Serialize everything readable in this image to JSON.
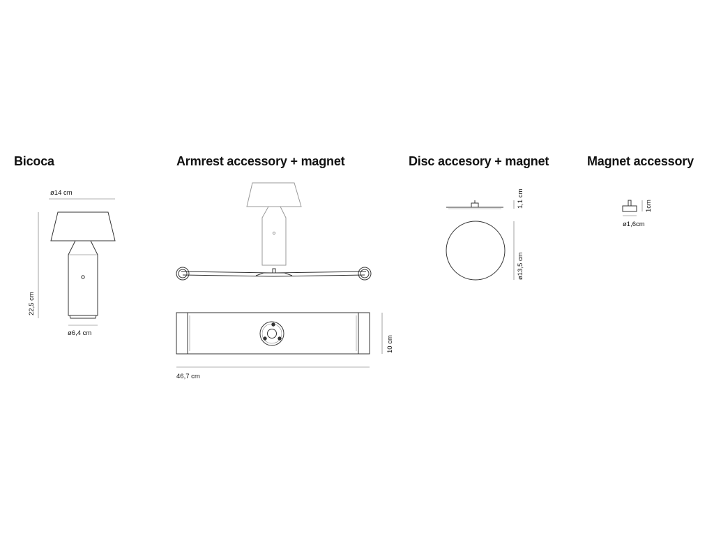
{
  "sections": {
    "bicoca": {
      "title": "Bicoca",
      "dim_shade_diameter": "ø14 cm",
      "dim_height": "22,5 cm",
      "dim_base_diameter": "ø6,4 cm"
    },
    "armrest": {
      "title": "Armrest accessory + magnet",
      "dim_height": "10 cm",
      "dim_length": "46,7 cm"
    },
    "disc": {
      "title": "Disc accesory + magnet",
      "dim_thickness": "1,1 cm",
      "dim_diameter": "ø13,5 cm"
    },
    "magnet": {
      "title": "Magnet accessory",
      "dim_height": "1cm",
      "dim_diameter": "ø1,6cm"
    }
  },
  "colors": {
    "line": "#333333",
    "background": "#ffffff"
  }
}
